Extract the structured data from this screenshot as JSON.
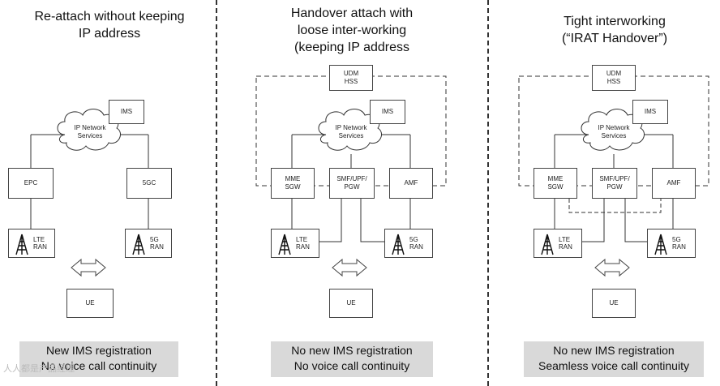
{
  "panels": [
    {
      "title": "Re-attach without keeping\nIP address",
      "cloud": "IP Network\nServices",
      "ims": "IMS",
      "core_left": "EPC",
      "core_right": "5GC",
      "ran_left": "LTE RAN",
      "ran_right": "5G RAN",
      "ue": "UE",
      "footer_line1": "New IMS registration",
      "footer_line2": "No voice call continuity"
    },
    {
      "title": "Handover attach with\nloose inter-working\n(keeping IP address",
      "udm": "UDM\nHSS",
      "cloud": "IP Network\nServices",
      "ims": "IMS",
      "mme": "MME\nSGW",
      "smf": "SMF/UPF/\nPGW",
      "amf": "AMF",
      "ran_left": "LTE RAN",
      "ran_right": "5G RAN",
      "ue": "UE",
      "footer_line1": "No new IMS registration",
      "footer_line2": "No voice call continuity"
    },
    {
      "title": "Tight interworking\n(“IRAT Handover”)",
      "udm": "UDM\nHSS",
      "cloud": "IP Network\nServices",
      "ims": "IMS",
      "mme": "MME\nSGW",
      "smf": "SMF/UPF/\nPGW",
      "amf": "AMF",
      "ran_left": "LTE RAN",
      "ran_right": "5G RAN",
      "ue": "UE",
      "footer_line1": "No new IMS registration",
      "footer_line2": "Seamless  voice call continuity"
    }
  ],
  "watermark": "人人都是产品经理"
}
